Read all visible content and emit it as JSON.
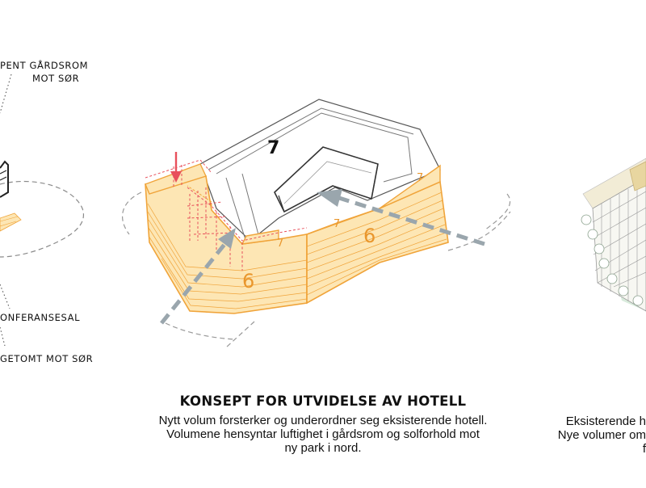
{
  "left_panel": {
    "annotations": [
      "PENT GÅRDSROM",
      "MOT SØR",
      "ONFERANSESAL",
      "GETOMT MOT SØR"
    ]
  },
  "center_panel": {
    "labels": {
      "top_floor": "7",
      "volume_left": "6",
      "volume_right": "6",
      "small_left": "7",
      "small_right": "7",
      "small_corner": "7"
    },
    "caption": {
      "title": "KONSEPT FOR UTVIDELSE AV HOTELL",
      "lines": [
        "Nytt volum forsterker og underordner seg eksisterende hotell.",
        "Volumene hensyntar luftighet i gårdsrom og solforhold mot",
        "ny park i nord."
      ]
    }
  },
  "right_panel": {
    "caption_lines": [
      "Eksisterende h",
      "Nye volumer om",
      "f"
    ]
  },
  "colors": {
    "volume_fill": "#fde6b4",
    "volume_line": "#f0a43a",
    "label_orange": "#e9962c",
    "arrow_red": "#e8505b",
    "arrow_gray": "#9aa6ad",
    "park_green": "#d9ebdc"
  }
}
